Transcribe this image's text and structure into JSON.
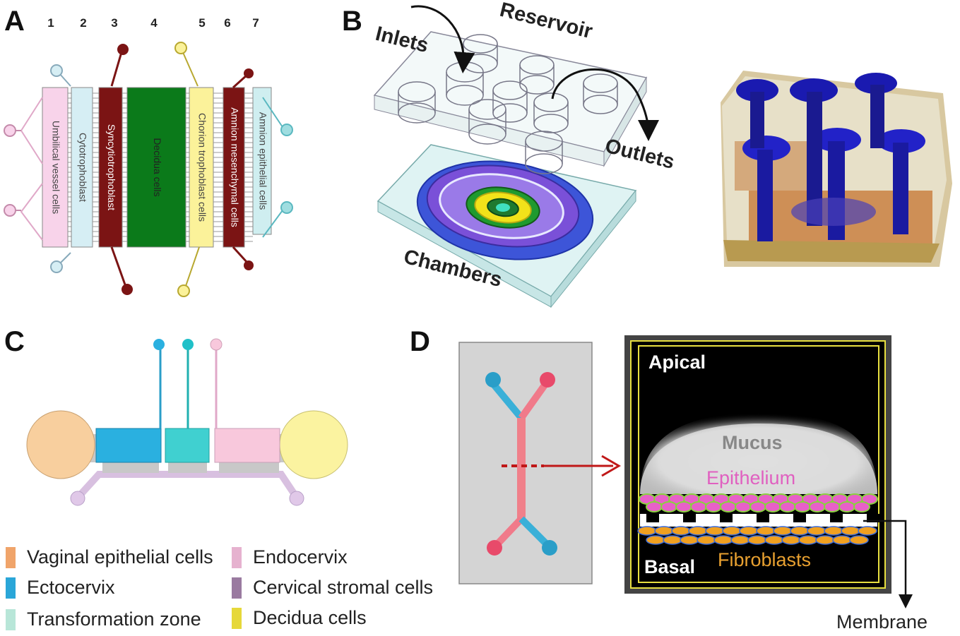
{
  "panels": {
    "a": "A",
    "b": "B",
    "c": "C",
    "d": "D"
  },
  "panel_a": {
    "numbers": [
      "1",
      "2",
      "3",
      "4",
      "5",
      "6",
      "7"
    ],
    "layers": [
      {
        "label": "Umbilical vessel cells",
        "color": "#f8d3ea",
        "text_color": "#444"
      },
      {
        "label": "Cytotrophoblast",
        "color": "#d6eef4",
        "text_color": "#444"
      },
      {
        "label": "Syncytiotrophoblast",
        "color": "#7b1414",
        "text_color": "#ffffff"
      },
      {
        "label": "Decidua cells",
        "color": "#0b7a1a",
        "text_color": "#222"
      },
      {
        "label": "Chorion trophoblast cells",
        "color": "#fbf29a",
        "text_color": "#444"
      },
      {
        "label": "Amnion mesenchymal cells",
        "color": "#7b1414",
        "text_color": "#ffffff"
      },
      {
        "label": "Amnion epithelial cells",
        "color": "#cfeef0",
        "text_color": "#444"
      }
    ]
  },
  "panel_b": {
    "inlets": "Inlets",
    "reservoir": "Reservoir",
    "outlets": "Outlets",
    "chambers": "Chambers"
  },
  "panel_c": {
    "legend": [
      {
        "label": "Vaginal epithelial cells",
        "color": "#f0a46a"
      },
      {
        "label": "Endocervix",
        "color": "#e6b2cf"
      },
      {
        "label": "Ectocervix",
        "color": "#2aa6d8"
      },
      {
        "label": "Cervical stromal cells",
        "color": "#9a7aa0"
      },
      {
        "label": "Transformation zone",
        "color": "#b8e6d8"
      },
      {
        "label": "Decidua cells",
        "color": "#e6d83a"
      }
    ]
  },
  "panel_d": {
    "apical": "Apical",
    "mucus": "Mucus",
    "epithelium": "Epithelium",
    "basal": "Basal",
    "fibroblasts": "Fibroblasts",
    "membrane": "Membrane"
  }
}
